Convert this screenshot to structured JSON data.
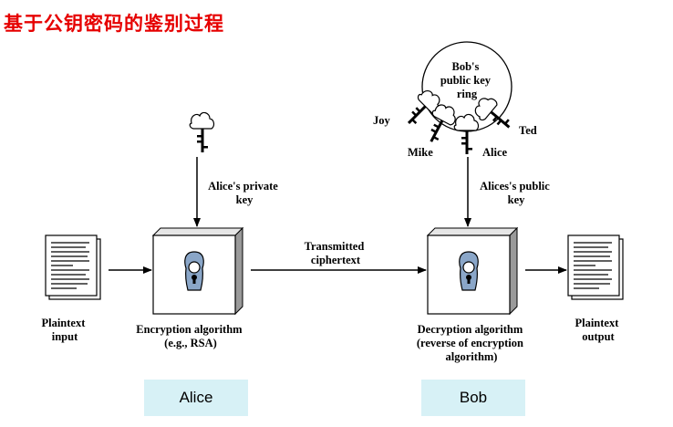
{
  "title": "基于公钥密码的鉴别过程",
  "labels": {
    "alice_private_key": [
      "Alice's private",
      "key"
    ],
    "bob_key_ring": [
      "Bob's",
      "public key",
      "ring"
    ],
    "ring_keys": {
      "joy": "Joy",
      "mike": "Mike",
      "alice": "Alice",
      "ted": "Ted"
    },
    "alice_public_key": [
      "Alices's public",
      "key"
    ],
    "transmitted": [
      "Transmitted",
      "ciphertext"
    ],
    "plaintext_input": [
      "Plaintext",
      "input"
    ],
    "plaintext_output": [
      "Plaintext",
      "output"
    ],
    "encryption": [
      "Encryption algorithm",
      "(e.g., RSA)"
    ],
    "decryption": [
      "Decryption algorithm",
      "(reverse of encryption",
      "algorithm)"
    ]
  },
  "parties": {
    "alice": "Alice",
    "bob": "Bob"
  },
  "colors": {
    "title": "#e60000",
    "name_box": "#d7f1f6",
    "keyhole": "#8aa6c8"
  }
}
